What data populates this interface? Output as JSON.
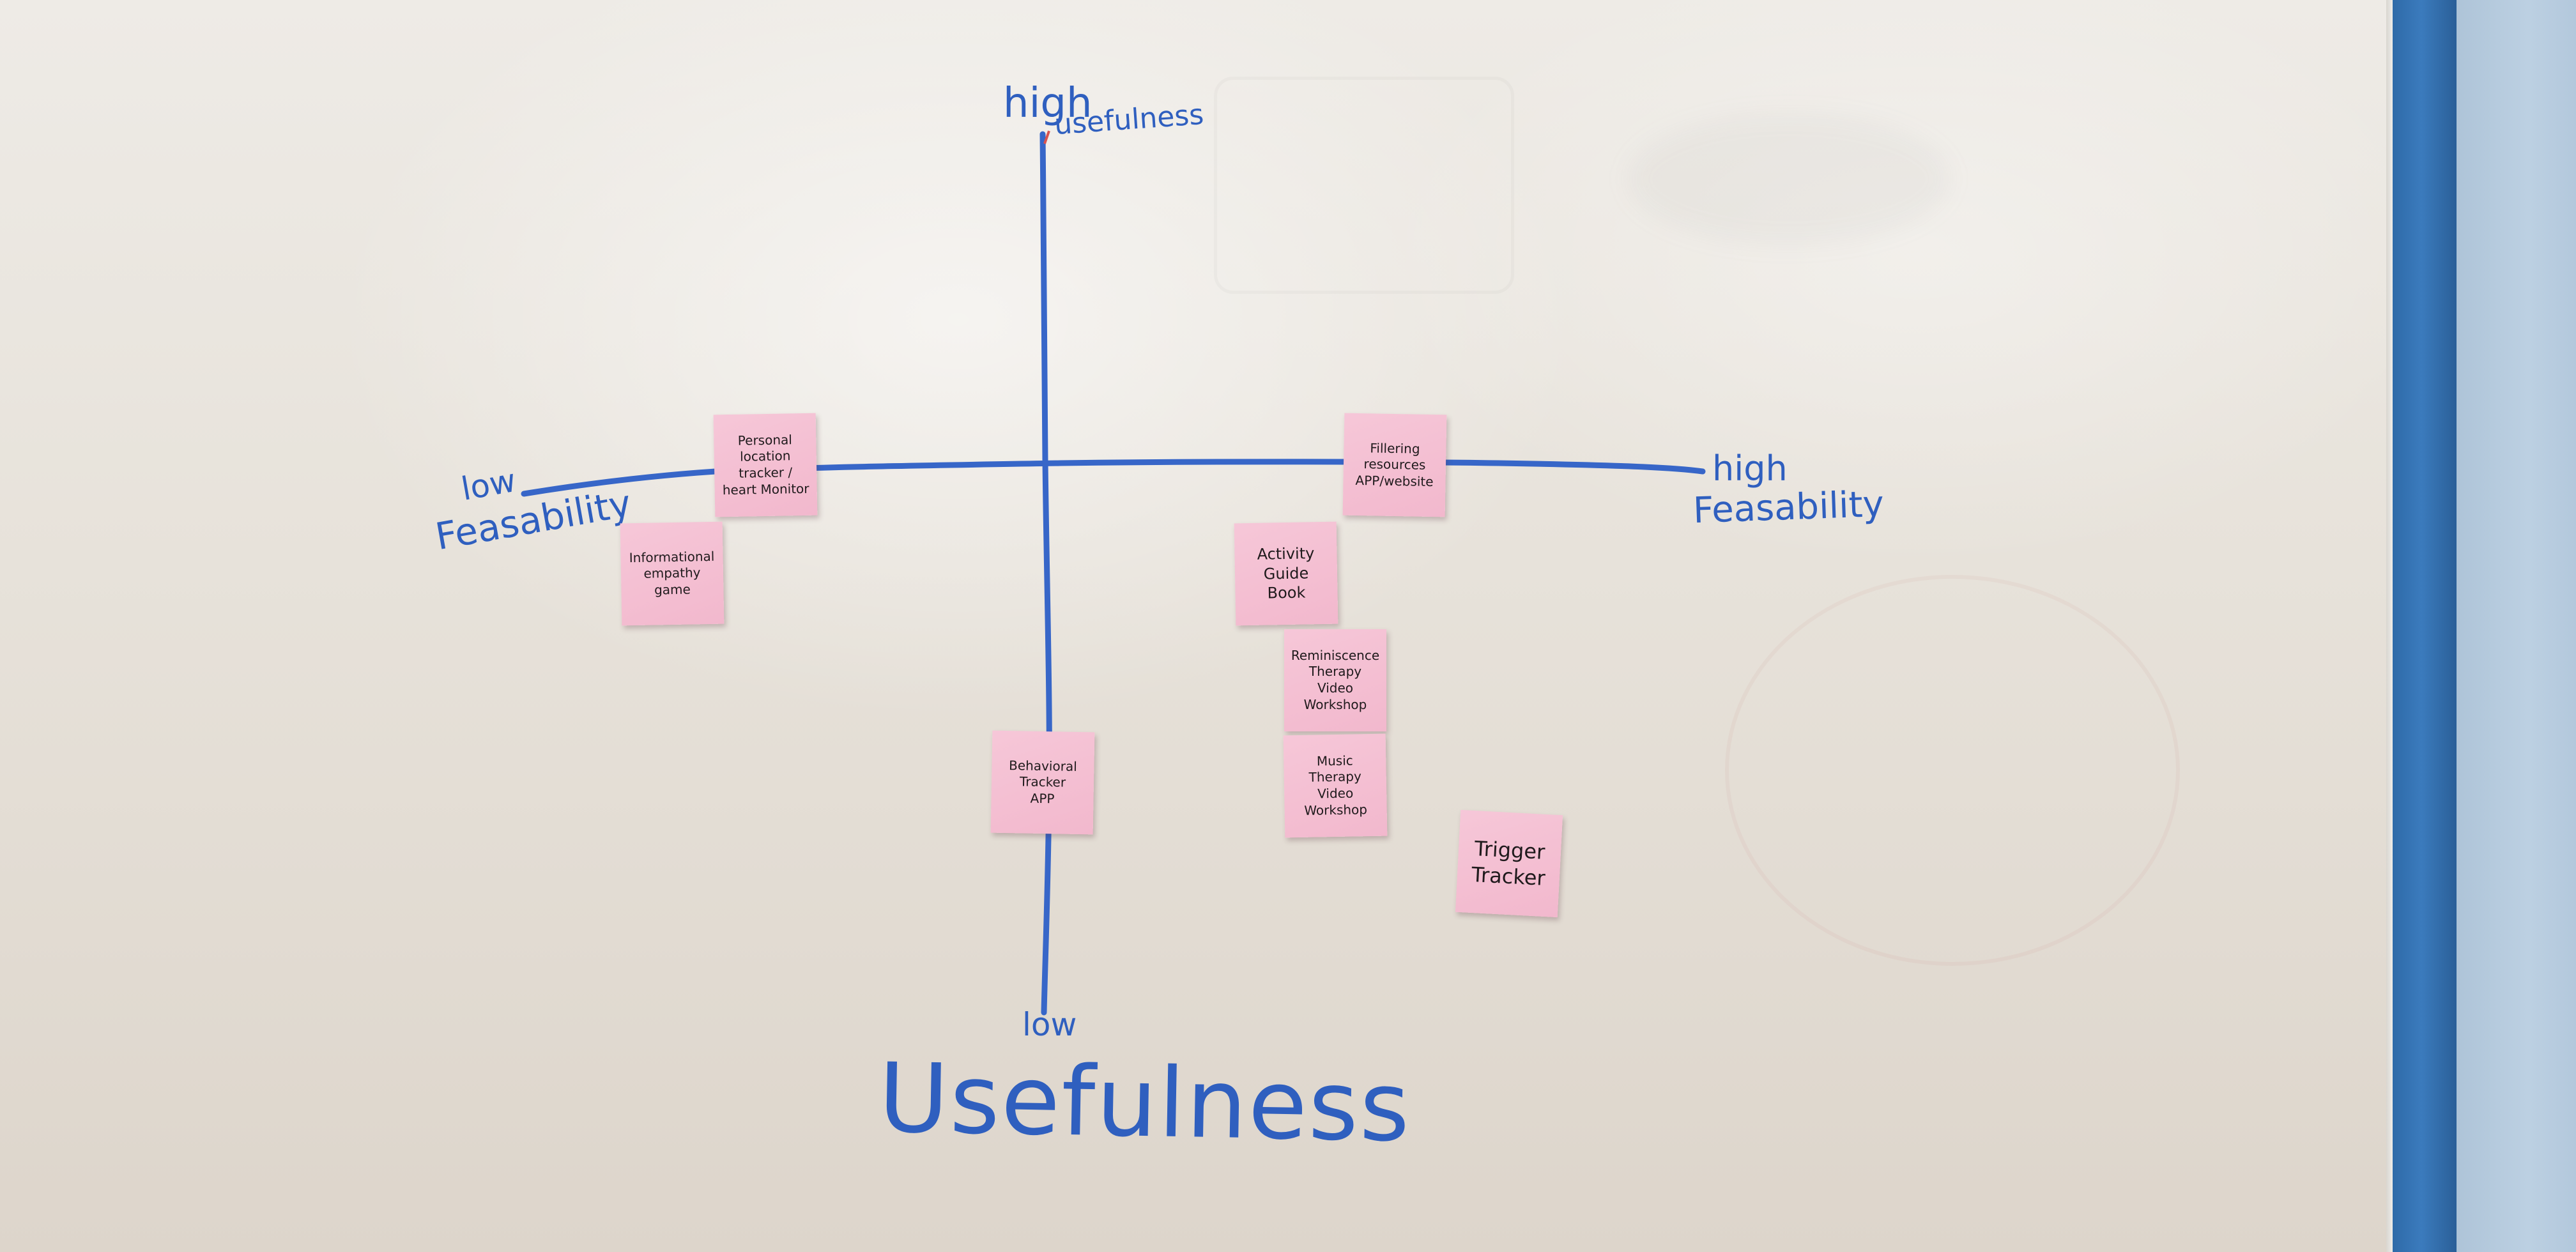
{
  "colors": {
    "ink": "#2f5fbf",
    "sticky_note": "#f4bfd3",
    "frame": "#3474b4"
  },
  "axes": {
    "y_axis": {
      "top_label_1": "high",
      "top_label_2": "usefulness",
      "bottom_label": "low",
      "title": "Usefulness"
    },
    "x_axis": {
      "left_label_1": "low",
      "left_label_2": "Feasability",
      "right_label_1": "high",
      "right_label_2": "Feasability"
    }
  },
  "notes": [
    {
      "id": "personal-location",
      "text": "Personal\nlocation\ntracker /\nheart Monitor"
    },
    {
      "id": "informational-empathy",
      "text": "Informational\nempathy\ngame"
    },
    {
      "id": "filtering-resources",
      "text": "Fillering\nresources\nAPP/website"
    },
    {
      "id": "activity-guide",
      "text": "Activity\nGuide\nBook"
    },
    {
      "id": "reminiscence",
      "text": "Reminiscence\nTherapy\nVideo\nWorkshop"
    },
    {
      "id": "behavioral-tracker",
      "text": "Behavioral\nTracker\nAPP"
    },
    {
      "id": "music-therapy",
      "text": "Music\nTherapy\nVideo\nWorkshop"
    },
    {
      "id": "trigger-tracker",
      "text": "Trigger\nTracker"
    }
  ]
}
